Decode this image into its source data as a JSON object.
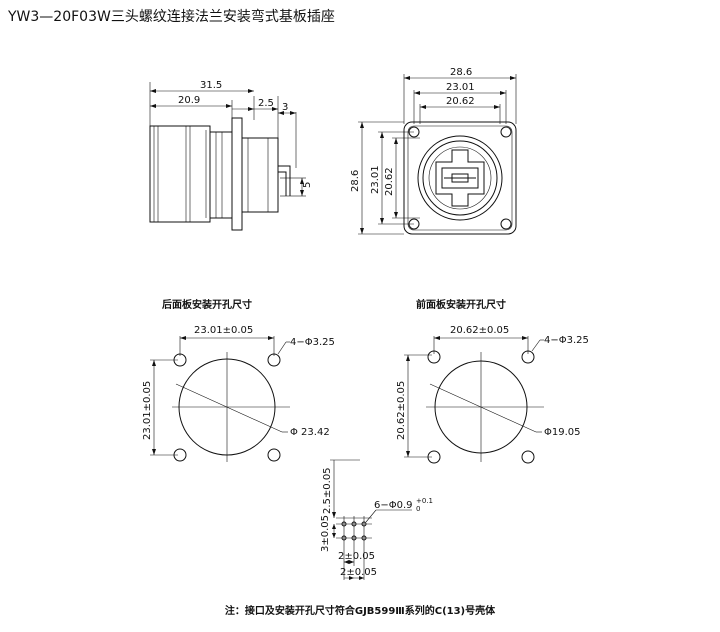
{
  "title": "YW3—20F03W三头螺纹连接法兰安装弯式基板插座",
  "side_view": {
    "dim_total": "31.5",
    "dim_body": "20.9",
    "dim_flange": "2.5",
    "dim_pin_offset": "3",
    "dim_pin": "5"
  },
  "front_view": {
    "dim_outer": "28.6",
    "dim_holes": "23.01",
    "dim_inner": "20.62"
  },
  "rear_cutout": {
    "label": "后面板安装开孔尺寸",
    "hole_spacing": "23.01±0.05",
    "hole_spacing_v": "23.01±0.05",
    "hole_dia": "4−Φ3.25",
    "main_dia": "Φ 23.42"
  },
  "front_cutout": {
    "label": "前面板安装开孔尺寸",
    "hole_spacing": "20.62±0.05",
    "hole_spacing_v": "20.62±0.05",
    "hole_dia": "4−Φ3.25",
    "main_dia": "Φ19.05"
  },
  "pcb_layout": {
    "dim_top": "2.5±0.05",
    "holes": "6−Φ0.9",
    "hole_tol_plus": "+0.1",
    "hole_tol_zero": "0",
    "dim_row": "3±0.05",
    "dim_col_1": "2±0.05",
    "dim_col_2": "2±0.05"
  },
  "note": "注：接口及安装开孔尺寸符合GJB599Ⅲ系列的C(13)号壳体"
}
